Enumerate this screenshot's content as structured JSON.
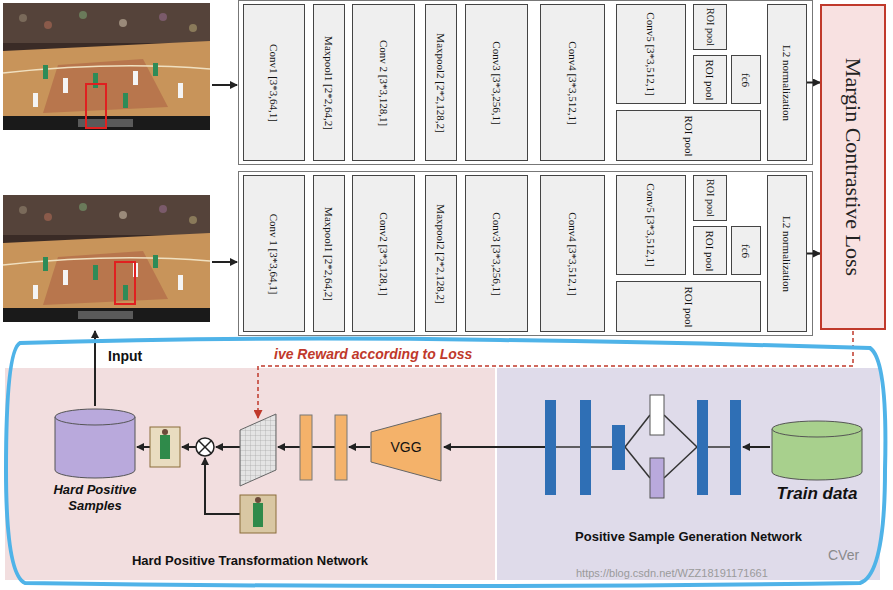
{
  "diagram": {
    "nodes": [
      {
        "text": [
          "Conv1 [3*3,64,1]"
        ]
      },
      {
        "text": [
          "Maxpool1 [2*2,64,2]"
        ]
      },
      {
        "text": [
          "Conv 2 [3*3,128,1]"
        ]
      },
      {
        "text": [
          "Maxpool2 [2*2,128,2]"
        ]
      },
      {
        "text": [
          "Conv3 [3*3,256,1]"
        ]
      },
      {
        "text": [
          "Conv4 [3*3,512,1]"
        ]
      },
      {
        "text": [
          "Conv5 [3*3,512,1]"
        ]
      },
      {
        "text": [
          "ROI pool"
        ]
      },
      {
        "text": [
          "ROI pool"
        ]
      },
      {
        "text": [
          "fc6"
        ]
      },
      {
        "text": [
          "ROI pool"
        ]
      },
      {
        "text": [
          "L2 normalization"
        ]
      },
      {
        "text": [
          "Margin Contrastive Loss"
        ]
      },
      {
        "text": [
          "Conv 1 [3*3,64,1]"
        ]
      },
      {
        "text": [
          "Maxpool1 [2*2,64,2]"
        ]
      },
      {
        "text": [
          "Conv2 [3*3,128,1]"
        ]
      },
      {
        "text": [
          "Maxpool2 [2*2,128,2]"
        ]
      },
      {
        "text": [
          "Conv3 [3*3,256,1]"
        ]
      },
      {
        "text": [
          "Conv4 [3*3,512,1]"
        ]
      },
      {
        "text": [
          "Conv5 [3*3,512,1]"
        ]
      },
      {
        "text": [
          "ROI pool"
        ]
      },
      {
        "text": [
          "ROI pool"
        ]
      },
      {
        "text": [
          "fc6"
        ]
      },
      {
        "text": [
          "ROI pool"
        ]
      },
      {
        "text": [
          "L2 normalization"
        ]
      },
      {
        "text": [
          "Hard Positive Transformation Network"
        ]
      },
      {
        "text": [
          "Hard Positive Samples"
        ],
        "in": 25
      },
      {
        "text": [
          "VGG"
        ],
        "in": 25
      },
      {
        "text": [
          "Positive Sample Generation Network"
        ]
      },
      {
        "text": [
          "Train data"
        ],
        "in": 28
      }
    ],
    "edges": [
      {
        "from": 11,
        "to": 12,
        "arrow": "to"
      },
      {
        "from": 24,
        "to": 12,
        "arrow": "to"
      }
    ],
    "labels": [
      "Input",
      "ive Reward according to Loss",
      "CVer",
      "https://blog.csdn.net/WZZ18191171661"
    ]
  }
}
